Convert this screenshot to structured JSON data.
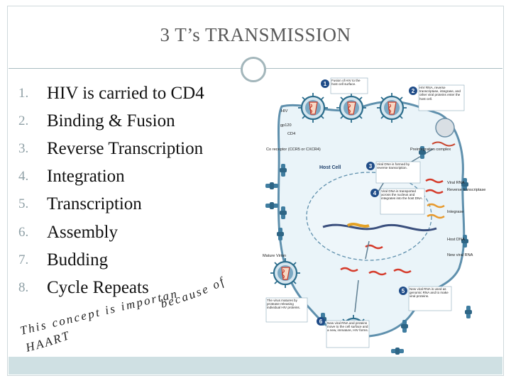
{
  "slide": {
    "title": "3 T’s TRANSMISSION",
    "steps": [
      {
        "num": "1.",
        "text": "HIV is carried to CD4"
      },
      {
        "num": "2.",
        "text": "Binding & Fusion"
      },
      {
        "num": "3.",
        "text": "Reverse Transcription"
      },
      {
        "num": "4.",
        "text": "Integration"
      },
      {
        "num": "5.",
        "text": "Transcription"
      },
      {
        "num": "6.",
        "text": "Assembly"
      },
      {
        "num": "7.",
        "text": "Budding"
      },
      {
        "num": "8.",
        "text": "Cycle Repeats"
      }
    ],
    "note_line1": "because of",
    "note_line2": "This concept is important",
    "note_line3": "HAART"
  },
  "diagram": {
    "host_cell": "Host Cell",
    "hiv": "HIV",
    "gp120": "gp120",
    "cd4": "CD4",
    "coreceptor": "Co receptor (CCR5 or CXCR4)",
    "mature_virion": "Mature Virion",
    "preintegration": "Preintegration complex",
    "viral_rna": "Viral RNA",
    "reverse_transcriptase": "Reverse transcriptase",
    "integrase": "Integrase",
    "host_dna": "Host DNA",
    "new_viral_rna": "New viral RNA",
    "step_badges": [
      "1",
      "2",
      "3",
      "4",
      "5",
      "6"
    ],
    "callout_1": "Fusion of HIV to the host cell surface.",
    "callout_2": "HIV RNA, reverse transcriptase, integrase, and other viral proteins enter the host cell.",
    "callout_3": "Viral DNA is formed by reverse transcription.",
    "callout_4": "Viral DNA is transported across the nucleus and integrates into the host DNA.",
    "callout_5": "New viral RNA is used as genomic RNA and to make viral proteins.",
    "callout_6": "New viral RNA and proteins move to the cell surface and a new, immature, HIV forms.",
    "callout_7": "The virus matures by protease releasing individual HIV proteins."
  }
}
